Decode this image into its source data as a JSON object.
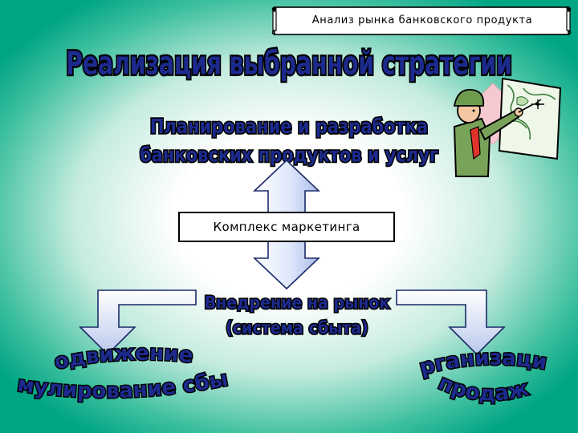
{
  "header": {
    "topic": "Анализ рынка банковского продукта"
  },
  "title": "Реализация выбранной стратегии",
  "planning": {
    "line1": "Планирование и разработка",
    "line2": "банковских продуктов и услуг"
  },
  "marketing_mix": "Комплекс маркетинга",
  "implementation": {
    "line1": "Внедрение на рынок",
    "line2": "(система сбыта)"
  },
  "branches": {
    "left": {
      "line1": "продвижение и",
      "line2": "стимулирование сбыта"
    },
    "right": {
      "line1": "организация",
      "line2": "продаж"
    }
  },
  "colors": {
    "background": "#00a988",
    "title_text": "#1c2a8e",
    "arrow_fill": "#d6e1fb",
    "arrow_stroke": "#1b2a6a"
  },
  "icons": [
    "scroll-banner",
    "soldier-with-map-clipart"
  ]
}
